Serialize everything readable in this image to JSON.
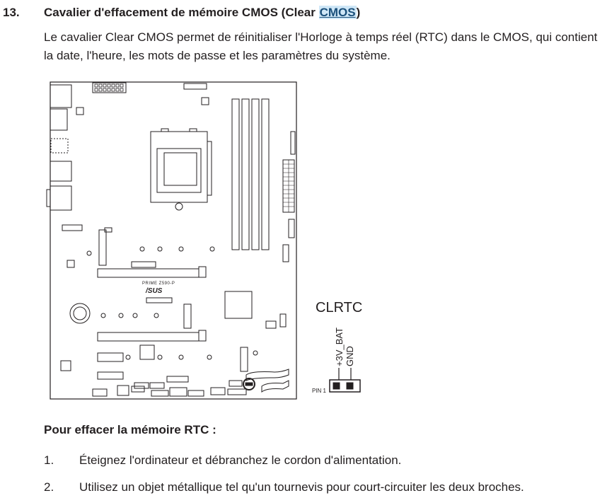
{
  "section": {
    "number": "13.",
    "title_before": "Cavalier d'effacement de mémoire CMOS (Clear ",
    "title_highlight": "CMOS",
    "title_after": ")",
    "intro": "Le cavalier Clear CMOS permet de réinitialiser l'Horloge à temps réel (RTC) dans le CMOS, qui contient la date, l'heure, les mots de passe et les paramètres du système."
  },
  "diagram": {
    "board_model": "PRIME Z590-P",
    "brand": "/SUS",
    "header_name": "CLRTC",
    "pin_labels": [
      "+3V_BAT",
      "GND"
    ],
    "pin1_label": "PIN 1"
  },
  "procedure": {
    "heading": "Pour effacer la mémoire RTC :",
    "steps": [
      {
        "num": "1.",
        "text": "Éteignez l'ordinateur et débranchez le cordon d'alimentation."
      },
      {
        "num": "2.",
        "text": "Utilisez un objet métallique tel qu'un tournevis pour court-circuiter les deux broches."
      }
    ]
  }
}
